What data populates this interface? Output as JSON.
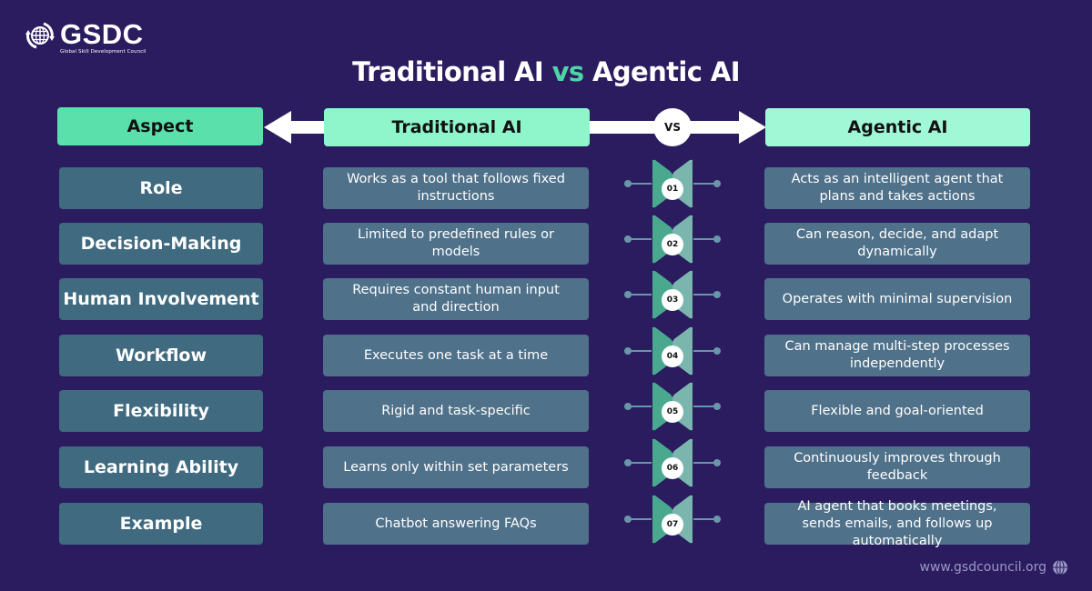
{
  "brand": {
    "name": "GSDC",
    "subtitle": "Global Skill Development Council",
    "logo_icon": "globe-icon"
  },
  "title": {
    "part1": "Traditional AI",
    "vs": "vs",
    "part2": "Agentic AI"
  },
  "colors": {
    "background": "#2a1c5f",
    "accent_green": "#4fd5a5",
    "aspect_header": "#59e0ab",
    "column_header": "#8ff6cc",
    "aspect_cell": "#3f6a7f",
    "desc_cell": "#4f718a",
    "connector_dark": "#4aa88f",
    "connector_light": "#7ab6ae"
  },
  "headers": {
    "aspect": "Aspect",
    "traditional": "Traditional AI",
    "vs_badge": "VS",
    "agentic": "Agentic AI"
  },
  "rows": [
    {
      "num": "01",
      "aspect": "Role",
      "traditional": "Works as a tool that follows fixed instructions",
      "agentic": "Acts as an intelligent agent that plans and takes actions"
    },
    {
      "num": "02",
      "aspect": "Decision-Making",
      "traditional": "Limited to predefined rules or models",
      "agentic": "Can reason, decide, and adapt dynamically"
    },
    {
      "num": "03",
      "aspect": "Human Involvement",
      "traditional": "Requires constant human input and direction",
      "agentic": "Operates with minimal supervision"
    },
    {
      "num": "04",
      "aspect": "Workflow",
      "traditional": "Executes one task at a time",
      "agentic": "Can manage multi-step processes independently"
    },
    {
      "num": "05",
      "aspect": "Flexibility",
      "traditional": "Rigid and task-specific",
      "agentic": "Flexible and goal-oriented"
    },
    {
      "num": "06",
      "aspect": "Learning Ability",
      "traditional": "Learns only within set parameters",
      "agentic": "Continuously improves through feedback"
    },
    {
      "num": "07",
      "aspect": "Example",
      "traditional": "Chatbot answering FAQs",
      "agentic": "AI agent that books meetings, sends emails, and follows up automatically"
    }
  ],
  "footer": {
    "url": "www.gsdcouncil.org",
    "icon": "globe-icon"
  }
}
